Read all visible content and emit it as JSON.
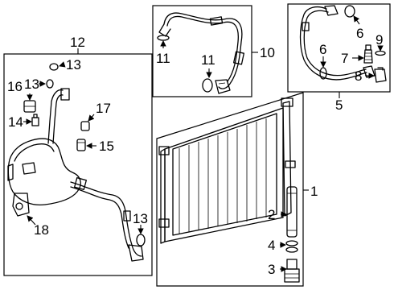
{
  "diagram": {
    "callouts": {
      "c1": "1",
      "c2": "2",
      "c3": "3",
      "c4": "4",
      "c5": "5",
      "c6": "6",
      "c7": "7",
      "c8": "8",
      "c9": "9",
      "c10": "10",
      "c11a": "11",
      "c11b": "11",
      "c12": "12",
      "c13a": "13",
      "c13b": "13",
      "c13c": "13",
      "c14": "14",
      "c15": "15",
      "c16": "16",
      "c17": "17",
      "c18": "18"
    }
  }
}
